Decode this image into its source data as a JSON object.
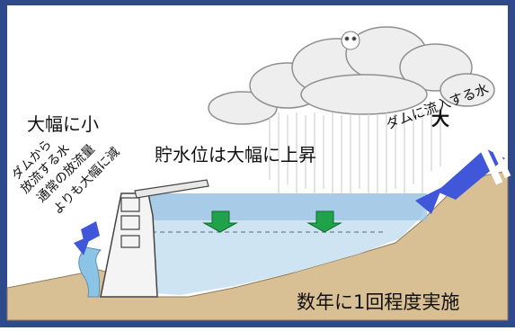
{
  "labels": {
    "discharge_small": "大幅に小",
    "water_level_rise": "貯水位は大幅に上昇",
    "inflow_large": "大",
    "inflow_desc": "ダムに流入する水",
    "outflow_desc_line1": "ダムから",
    "outflow_desc_line2": "放流する水",
    "outflow_desc_line3": "通常の放流量",
    "outflow_desc_line4": "よりも大幅に減",
    "frequency": "数年に1回程度実施"
  },
  "colors": {
    "frame_border": "#2f4a8a",
    "inflow_arrow": "#3f57d8",
    "outflow_arrow": "#3f57d8",
    "rise_arrow": "#1fa24a",
    "water": "#bcd9ee",
    "water_dark": "#8db7dc",
    "ground": "#d8bf94",
    "dam": "#f3f3f3",
    "rain": "#cfcfcf"
  }
}
